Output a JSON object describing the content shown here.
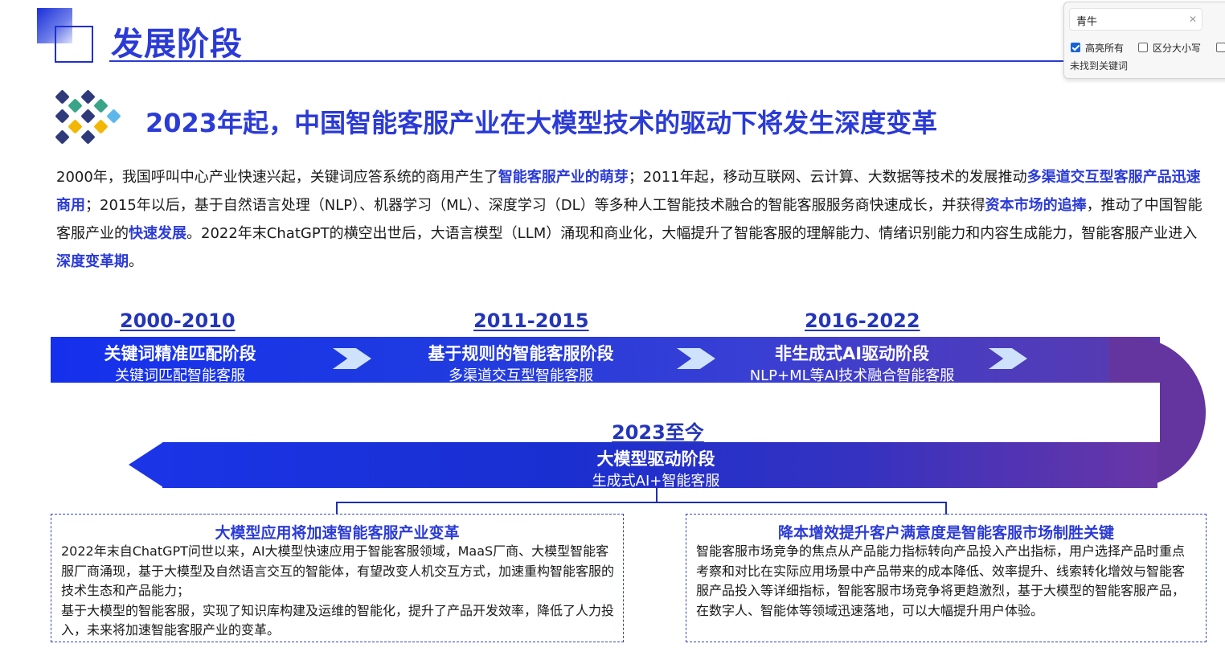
{
  "header": {
    "title": "发展阶段"
  },
  "subtitle": "2023年起，中国智能客服产业在大模型技术的驱动下将发生深度变革",
  "intro": {
    "s1": "2000年，我国呼叫中心产业快速兴起，关键词应答系统的商用产生了",
    "h1": "智能客服产业的萌芽",
    "s2": "；2011年起，移动互联网、云计算、大数据等技术的发展推动",
    "h2": "多渠道交互型客服产品迅速商用",
    "s3": "；2015年以后，基于自然语言处理（NLP）、机器学习（ML）、深度学习（DL）等多种人工智能技术融合的智能客服服务商快速成长，并获得",
    "h3": "资本市场的追捧",
    "s4": "，推动了中国智能客服产业的",
    "h4": "快速发展",
    "s5": "。2022年末ChatGPT的横空出世后，大语言模型（LLM）涌现和商业化，大幅提升了智能客服的理解能力、情绪识别能力和内容生成能力，智能客服产业进入",
    "h5": "深度变革期",
    "s6": "。"
  },
  "timeline": {
    "stages": [
      {
        "year": "2000-2010",
        "title": "关键词精准匹配阶段",
        "sub": "关键词匹配智能客服"
      },
      {
        "year": "2011-2015",
        "title": "基于规则的智能客服阶段",
        "sub": "多渠道交互型智能客服"
      },
      {
        "year": "2016-2022",
        "title": "非生成式AI驱动阶段",
        "sub": "NLP+ML等AI技术融合智能客服"
      },
      {
        "year": "2023至今",
        "title": "大模型驱动阶段",
        "sub": "生成式AI+智能客服"
      }
    ]
  },
  "boxes": [
    {
      "title": "大模型应用将加速智能客服产业变革",
      "text1": "2022年末自ChatGPT问世以来，AI大模型快速应用于智能客服领域，MaaS厂商、大模型智能客服厂商涌现，基于大模型及自然语言交互的智能体，有望改变人机交互方式，加速重构智能客服的技术生态和产品能力；",
      "text2": "基于大模型的智能客服，实现了知识库构建及运维的智能化，提升了产品开发效率，降低了人力投入，未来将加速智能客服产业的变革。"
    },
    {
      "title": "降本增效提升客户满意度是智能客服市场制胜关键",
      "text1": "智能客服市场竞争的焦点从产品能力指标转向产品投入产出指标，用户选择产品时重点考察和对比在实际应用场景中产品带来的成本降低、效率提升、线索转化增效与智能客服产品投入等详细指标，智能客服市场竞争将更趋激烈，基于大模型的智能客服产品，在数字人、智能体等领域迅速落地，可以大幅提升用户体验。"
    }
  ],
  "find_bar": {
    "query": "青牛",
    "highlight_all": "高亮所有",
    "match_case": "区分大小写",
    "status": "未找到关键词"
  },
  "colors": {
    "accent": "#2b3bd6",
    "band_start": "#1530ec",
    "band_end": "#64349f",
    "chevron": "#cfe2fb",
    "logo": [
      "#2e3a7a",
      "#39a487",
      "#f2b705",
      "#5cb8ea"
    ]
  }
}
